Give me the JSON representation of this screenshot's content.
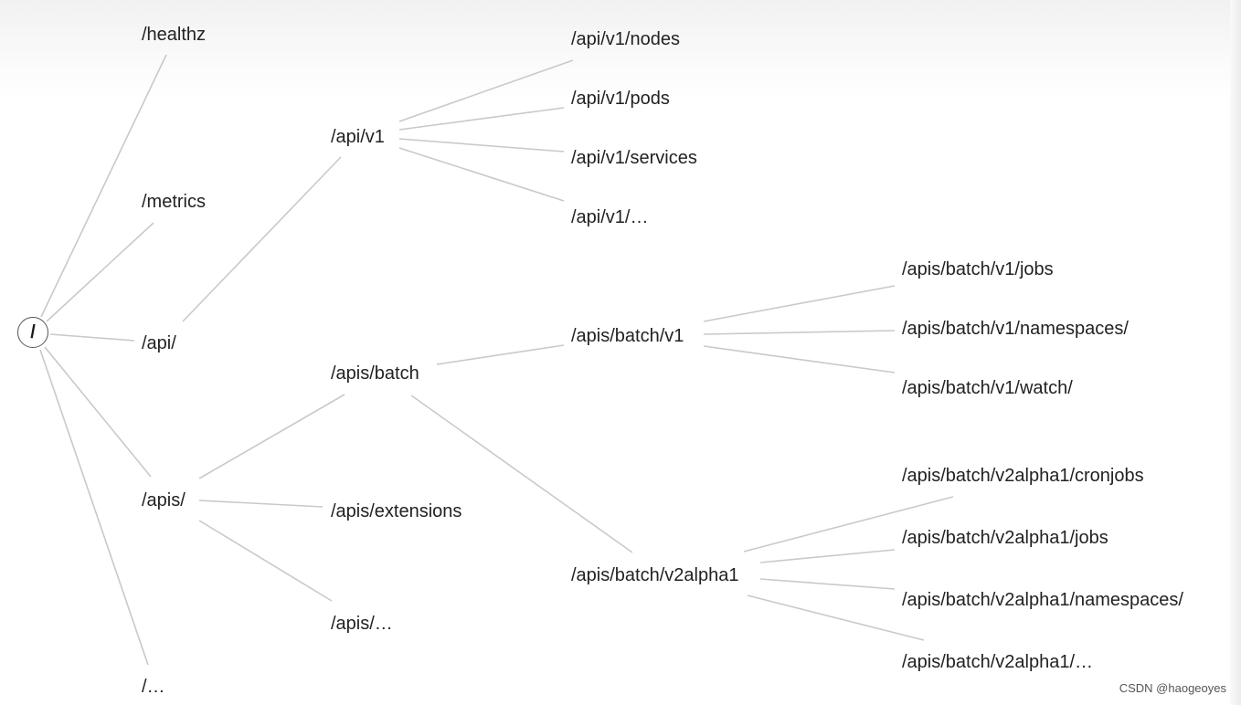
{
  "root": {
    "label": "/"
  },
  "level1": {
    "healthz": "/healthz",
    "metrics": "/metrics",
    "api": "/api/",
    "apis": "/apis/",
    "more": "/…"
  },
  "api_v1": {
    "label": "/api/v1",
    "children": [
      "/api/v1/nodes",
      "/api/v1/pods",
      "/api/v1/services",
      "/api/v1/…"
    ]
  },
  "apis": {
    "batch": "/apis/batch",
    "extensions": "/apis/extensions",
    "more": "/apis/…"
  },
  "batch_v1": {
    "label": "/apis/batch/v1",
    "children": [
      "/apis/batch/v1/jobs",
      "/apis/batch/v1/namespaces/",
      "/apis/batch/v1/watch/"
    ]
  },
  "batch_v2alpha1": {
    "label": "/apis/batch/v2alpha1",
    "children": [
      "/apis/batch/v2alpha1/cronjobs",
      "/apis/batch/v2alpha1/jobs",
      "/apis/batch/v2alpha1/namespaces/",
      "/apis/batch/v2alpha1/…"
    ]
  },
  "watermark": "CSDN @haogeoyes"
}
